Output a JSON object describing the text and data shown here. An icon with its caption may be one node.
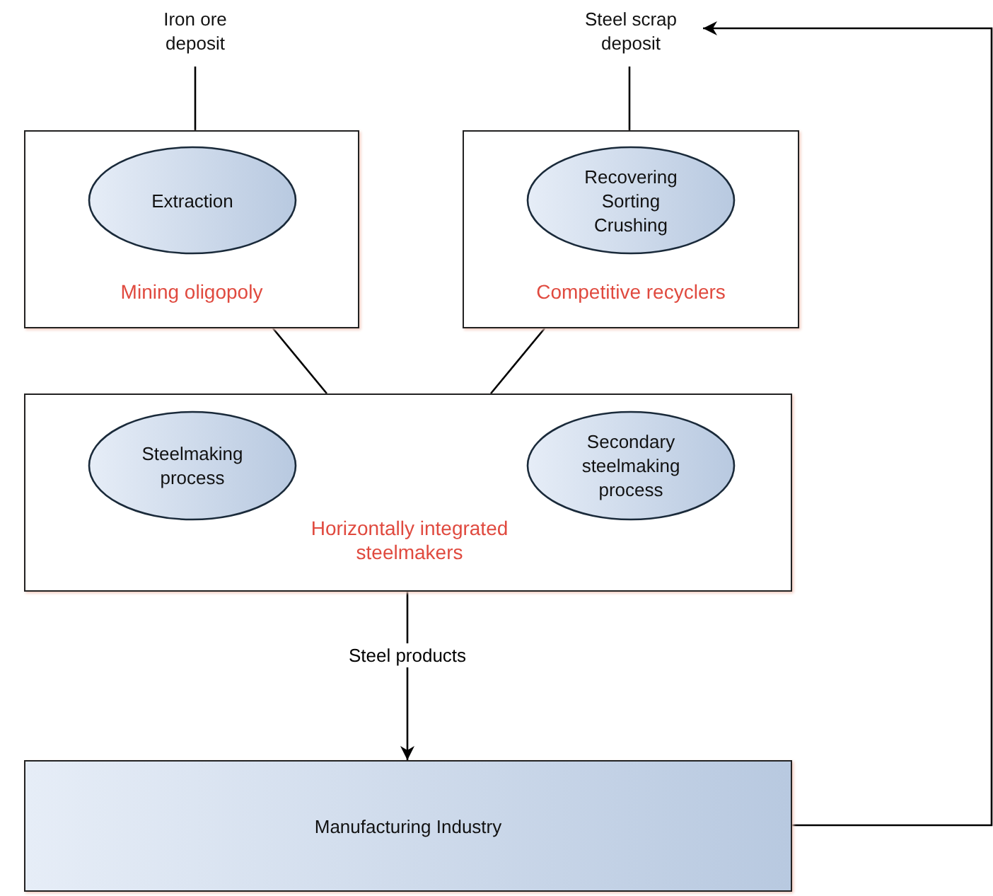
{
  "diagram": {
    "nodes": [
      {
        "text": [
          "Iron ore deposit"
        ]
      },
      {
        "text": [
          "Steel scrap deposit"
        ]
      },
      {
        "text": [
          "Mining oligopoly"
        ]
      },
      {
        "text": [
          "Extraction"
        ],
        "in": 2
      },
      {
        "text": [
          "Competitive recyclers"
        ]
      },
      {
        "text": [
          "Recovering Sorting Crushing"
        ],
        "in": 4
      },
      {
        "text": [
          "Horizontally integrated steelmakers"
        ]
      },
      {
        "text": [
          "Steelmaking process"
        ],
        "in": 6
      },
      {
        "text": [
          "Secondary steelmaking process"
        ],
        "in": 6
      },
      {
        "text": [
          "Manufacturing Industry"
        ]
      }
    ],
    "edges": [
      {
        "from": 0,
        "to": 2,
        "arrow": "none"
      },
      {
        "from": 1,
        "to": 4,
        "arrow": "none"
      },
      {
        "from": 2,
        "to": 6,
        "arrow": "none"
      },
      {
        "from": 4,
        "to": 6,
        "arrow": "none"
      },
      {
        "from": 6,
        "to": 9,
        "arrow": "to",
        "label": "Steel products"
      },
      {
        "from": 9,
        "to": 1,
        "arrow": "to"
      }
    ]
  }
}
